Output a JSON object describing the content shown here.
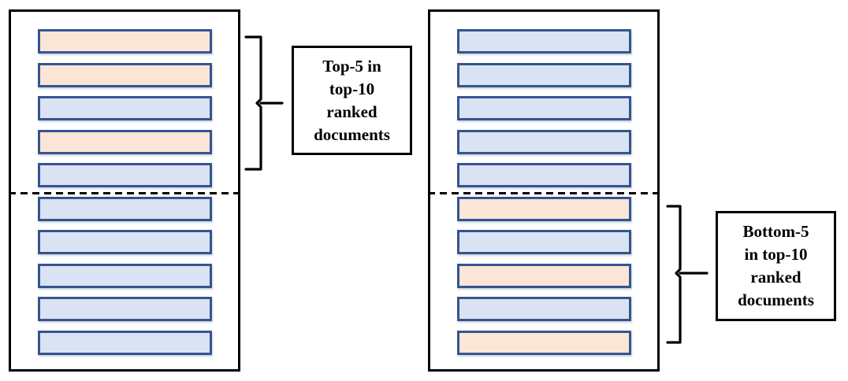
{
  "figure": {
    "left_panel": {
      "description": "ranked document list 1",
      "bars": [
        "peach",
        "peach",
        "blue",
        "peach",
        "blue",
        "blue",
        "blue",
        "blue",
        "blue",
        "blue"
      ]
    },
    "right_panel": {
      "description": "ranked document list 2",
      "bars": [
        "blue",
        "blue",
        "blue",
        "blue",
        "blue",
        "peach",
        "blue",
        "peach",
        "blue",
        "peach"
      ]
    },
    "annotations": {
      "top5_label": "Top-5 in\ntop-10\nranked\ndocuments",
      "bottom5_label": "Bottom-5\nin top-10\nranked\ndocuments"
    },
    "colors": {
      "peach_fill": "#FBE5D6",
      "blue_fill": "#DAE3F3",
      "bar_border": "#35548F",
      "outline": "#000000"
    }
  }
}
